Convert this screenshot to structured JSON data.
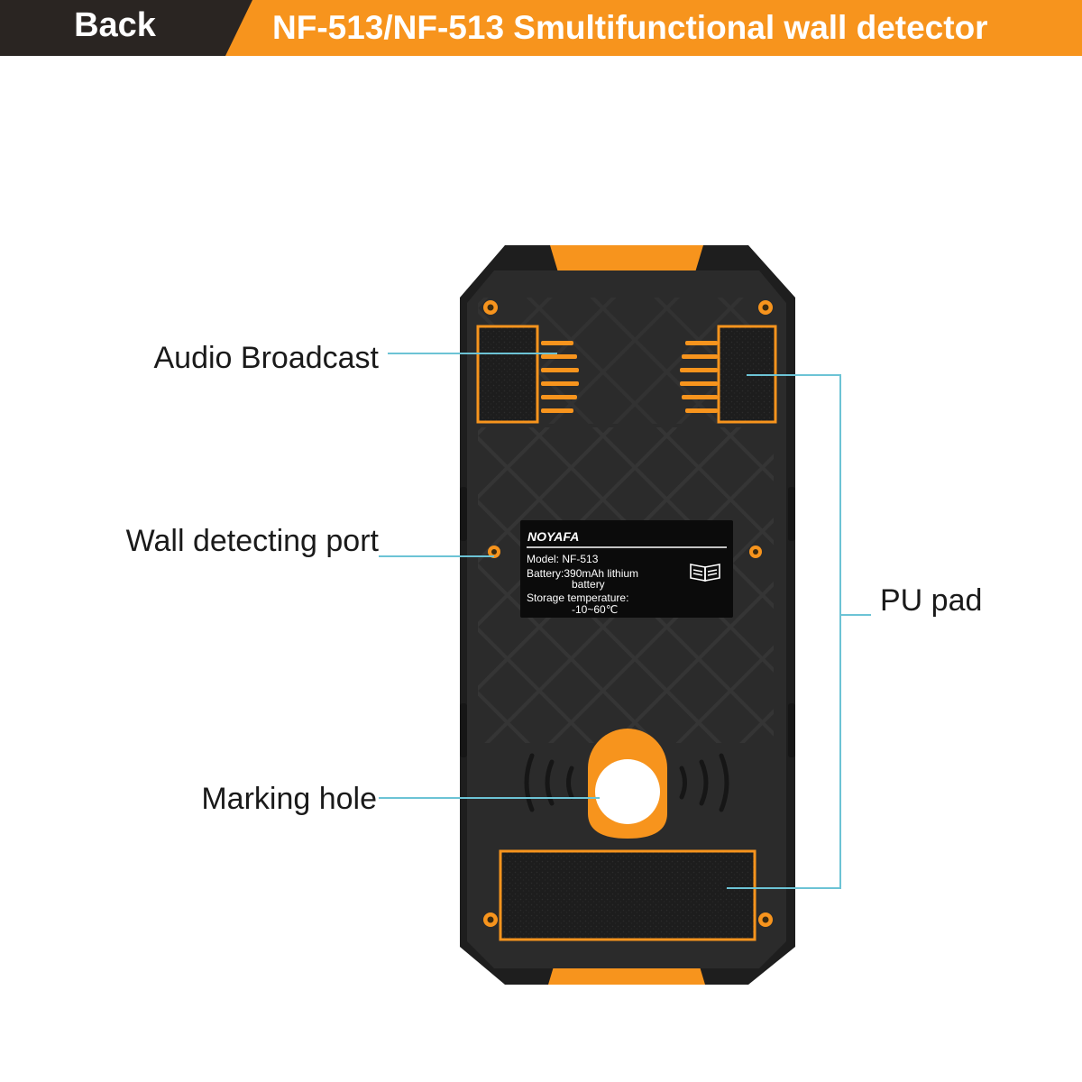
{
  "header": {
    "back_label": "Back",
    "title": "NF-513/NF-513 Smultifunctional wall detector"
  },
  "callouts": {
    "audio_broadcast": "Audio Broadcast",
    "wall_detecting_port": "Wall detecting port",
    "pu_pad": "PU pad",
    "marking_hole": "Marking hole"
  },
  "device_label": {
    "brand": "NOYAFA",
    "model": "Model: NF-513",
    "battery_line1": "Battery:390mAh lithium",
    "battery_line2": "battery",
    "storage_line1": "Storage temperature:",
    "storage_line2": "-10~60℃"
  },
  "icons": {
    "manual": "open-book-icon"
  },
  "colors": {
    "accent_orange": "#f7941d",
    "header_dark": "#2a2522",
    "device_body": "#2b2b2b",
    "callout_line": "#6cc3d5"
  }
}
